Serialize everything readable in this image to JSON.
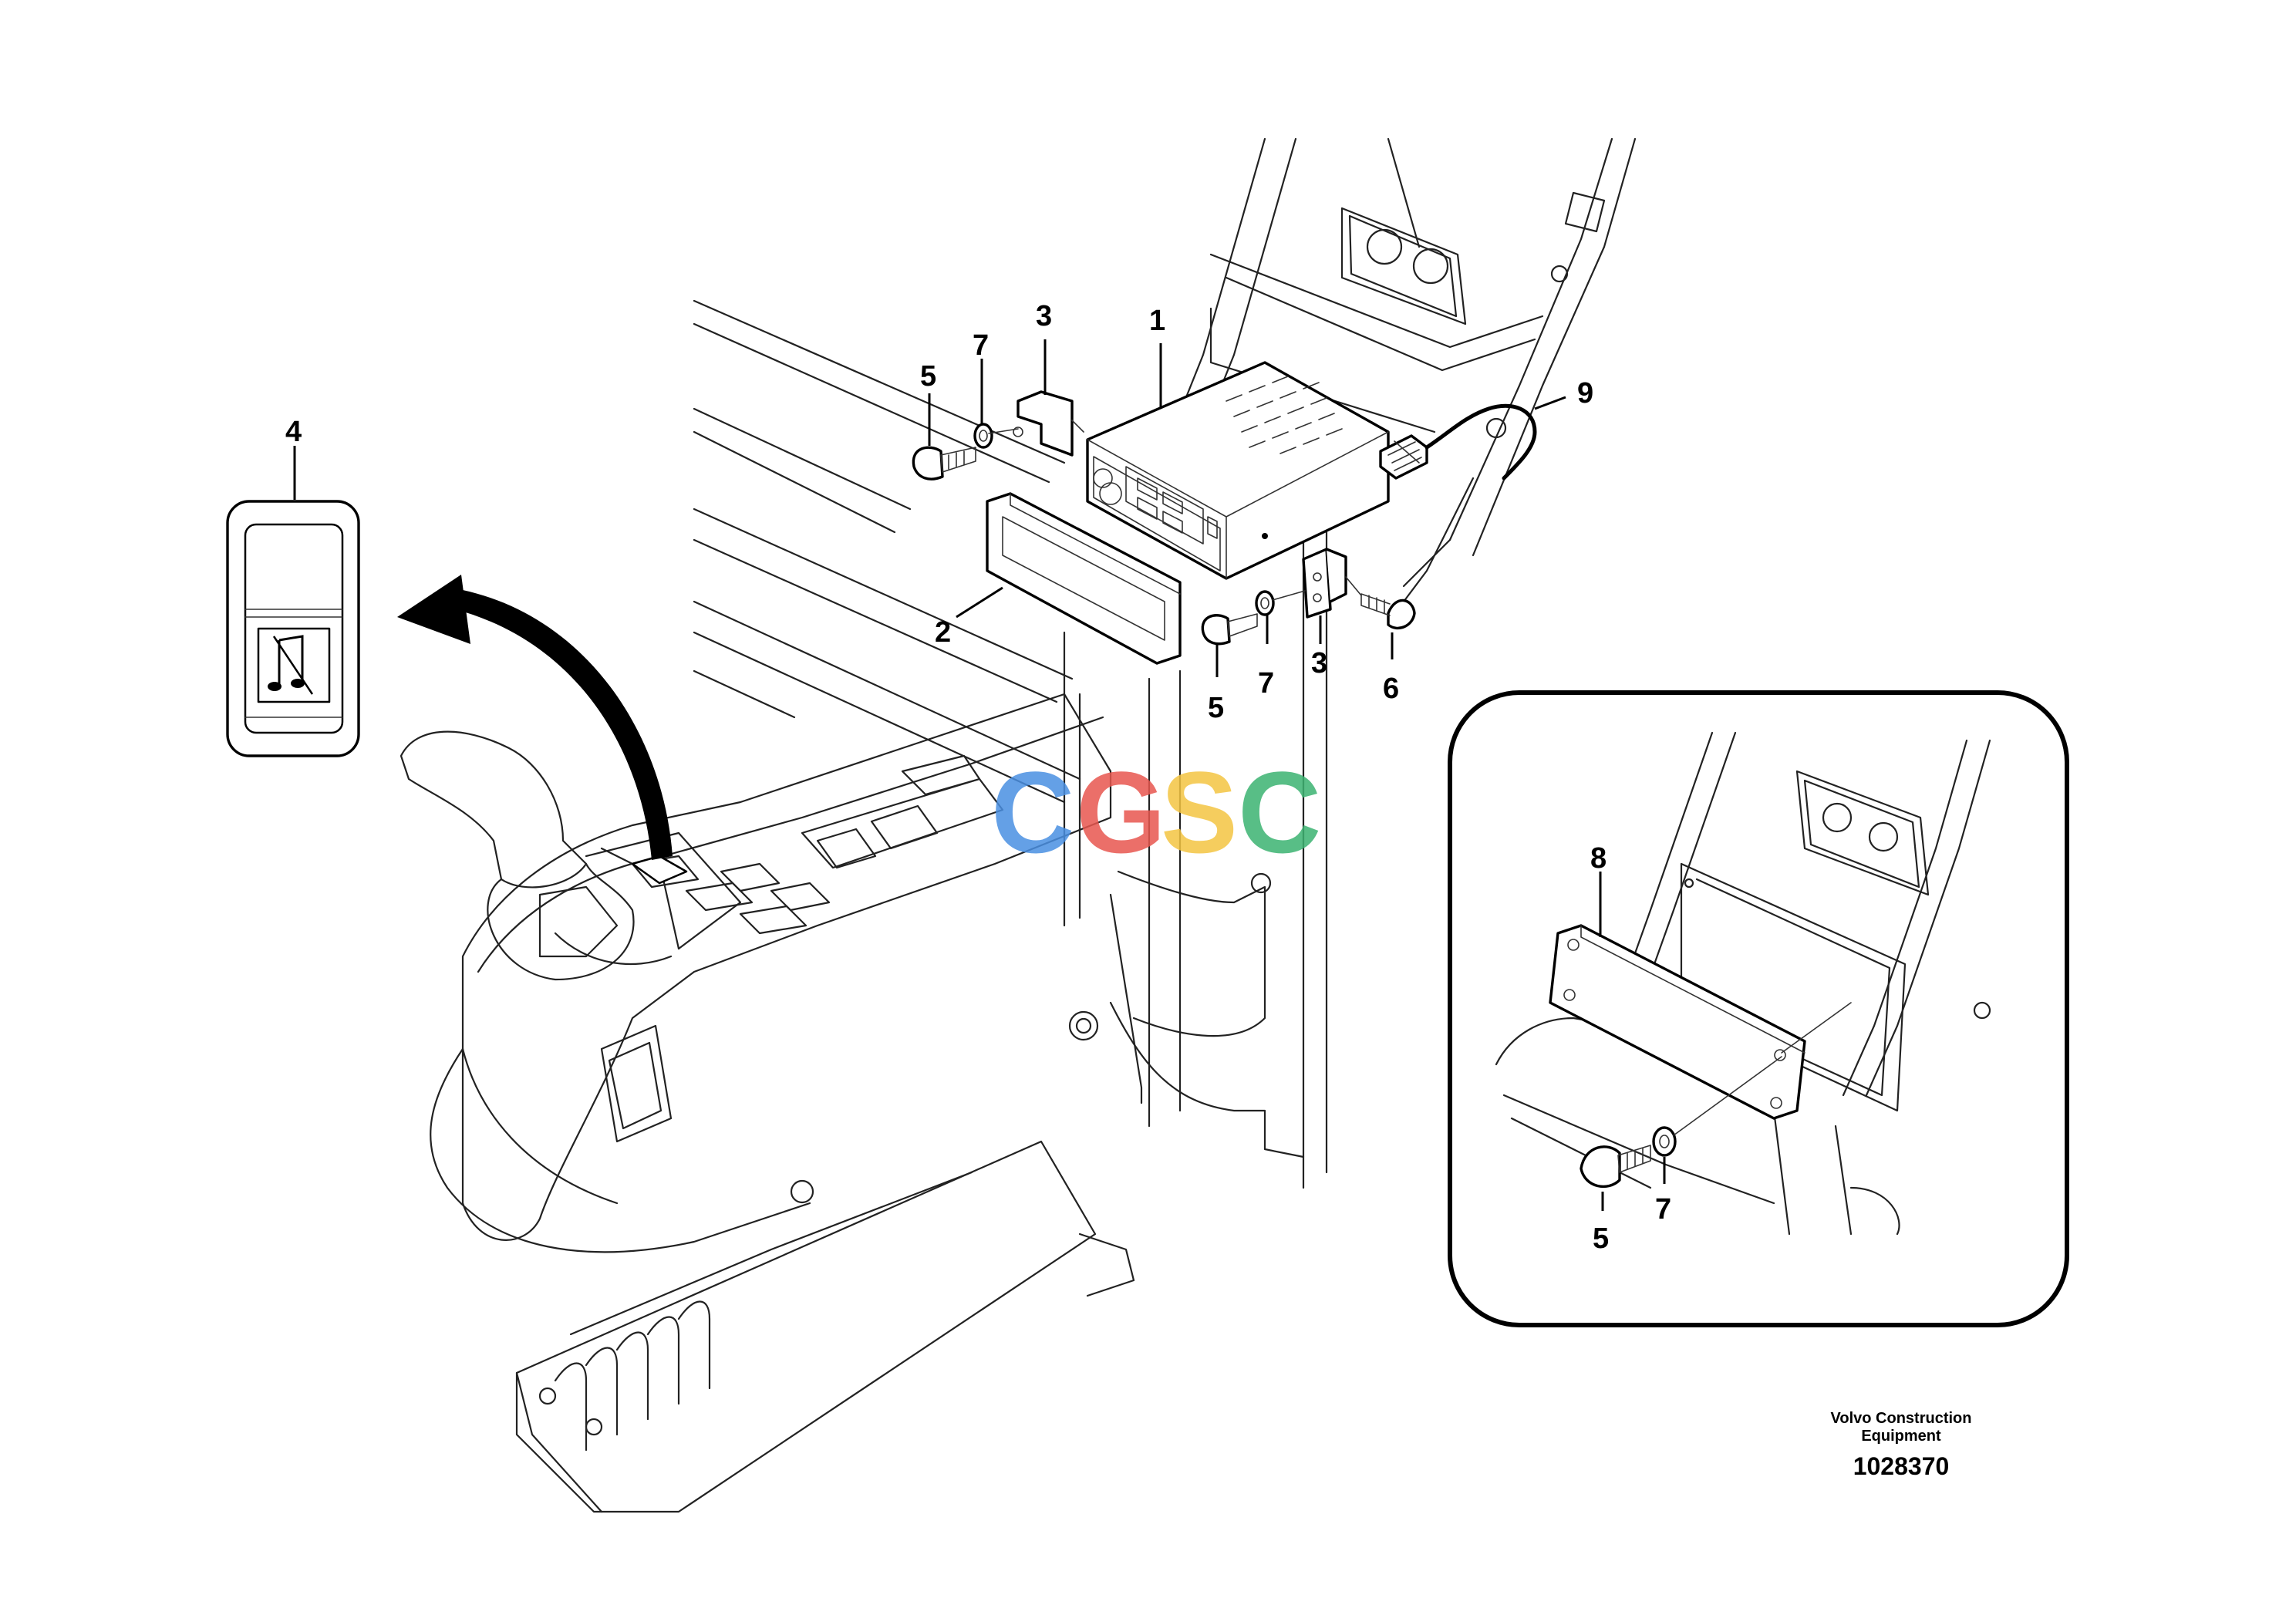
{
  "callouts": {
    "c1": "1",
    "c2": "2",
    "c3a": "3",
    "c3b": "3",
    "c4": "4",
    "c5a": "5",
    "c5b": "5",
    "c5c": "5",
    "c6": "6",
    "c7a": "7",
    "c7b": "7",
    "c7c": "7",
    "c8": "8",
    "c9": "9"
  },
  "credit": {
    "line1": "Volvo Construction",
    "line2": "Equipment"
  },
  "reference_number": "1028370",
  "watermark": {
    "letters": [
      "C",
      "G",
      "S",
      "C"
    ],
    "colors": [
      "#4a90e2",
      "#e8574f",
      "#f4c542",
      "#3cb371"
    ]
  }
}
